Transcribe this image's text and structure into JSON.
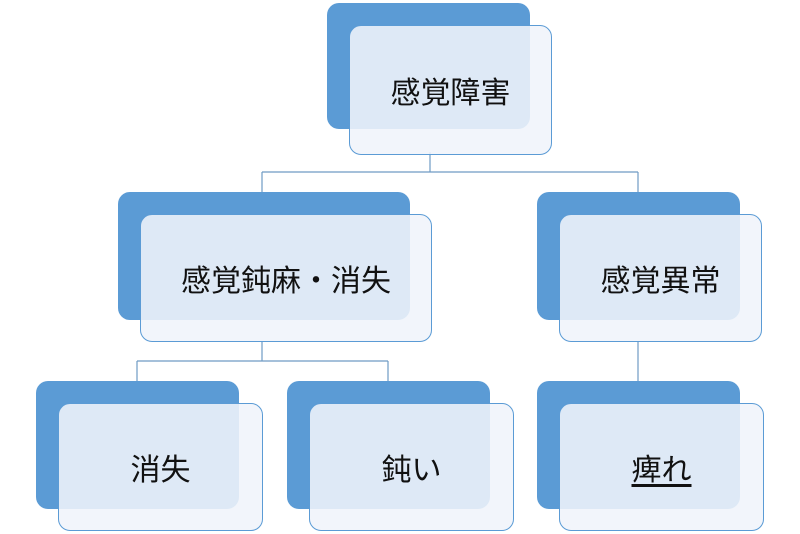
{
  "diagram": {
    "colors": {
      "back_fill": "#5b9bd5",
      "front_fill": "#f0f4fa",
      "border": "#5b9bd5",
      "connector": "#6f9bc4",
      "text": "#111111"
    },
    "nodes": {
      "root": {
        "label": "感覚障害"
      },
      "numbness": {
        "label": "感覚鈍麻・消失"
      },
      "abnormal": {
        "label": "感覚異常"
      },
      "loss": {
        "label": "消失"
      },
      "dullness": {
        "label": "鈍い"
      },
      "tingling": {
        "label": "痺れ",
        "underlined": true
      }
    },
    "edges": [
      {
        "from": "root",
        "to": "numbness"
      },
      {
        "from": "root",
        "to": "abnormal"
      },
      {
        "from": "numbness",
        "to": "loss"
      },
      {
        "from": "numbness",
        "to": "dullness"
      },
      {
        "from": "abnormal",
        "to": "tingling"
      }
    ]
  }
}
